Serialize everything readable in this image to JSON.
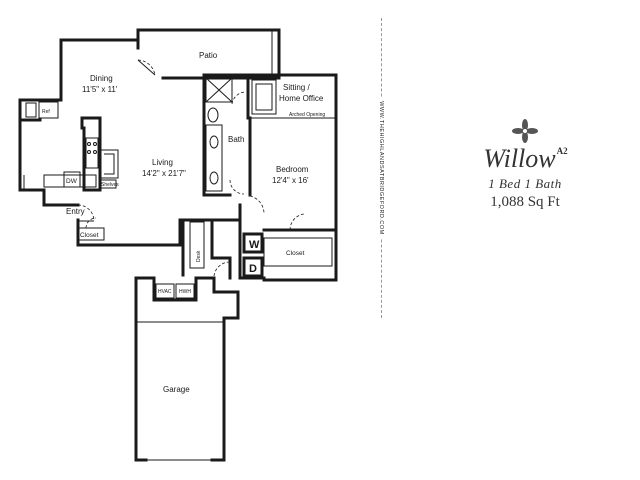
{
  "rooms": {
    "patio": "Patio",
    "dining": "Dining",
    "dining_size": "11'5\" x 11'",
    "ref": "Ref",
    "living": "Living",
    "living_size": "14'2\" x 21'7\"",
    "dw": "DW",
    "entry": "Entry",
    "closet_entry": "Closet",
    "bath": "Bath",
    "sitting": "Sitting /",
    "home_office": "Home Office",
    "arched_opening": "Arched Opening",
    "bedroom": "Bedroom",
    "bedroom_size": "12'4\" x 16'",
    "closet_bed": "Closet",
    "washer": "W",
    "dryer": "D",
    "desk": "Desk",
    "hvac": "HVAC",
    "hwh": "HWH",
    "garage": "Garage",
    "shelves": "Shelves"
  },
  "website": "WWW.THEHIGHLANDSATBRIDGEFORD.COM",
  "plan": {
    "name": "Willow",
    "superscript": "A2",
    "type": "1 Bed 1 Bath",
    "size": "1,088 Sq Ft"
  },
  "icons": {
    "logo": "flower-icon"
  }
}
